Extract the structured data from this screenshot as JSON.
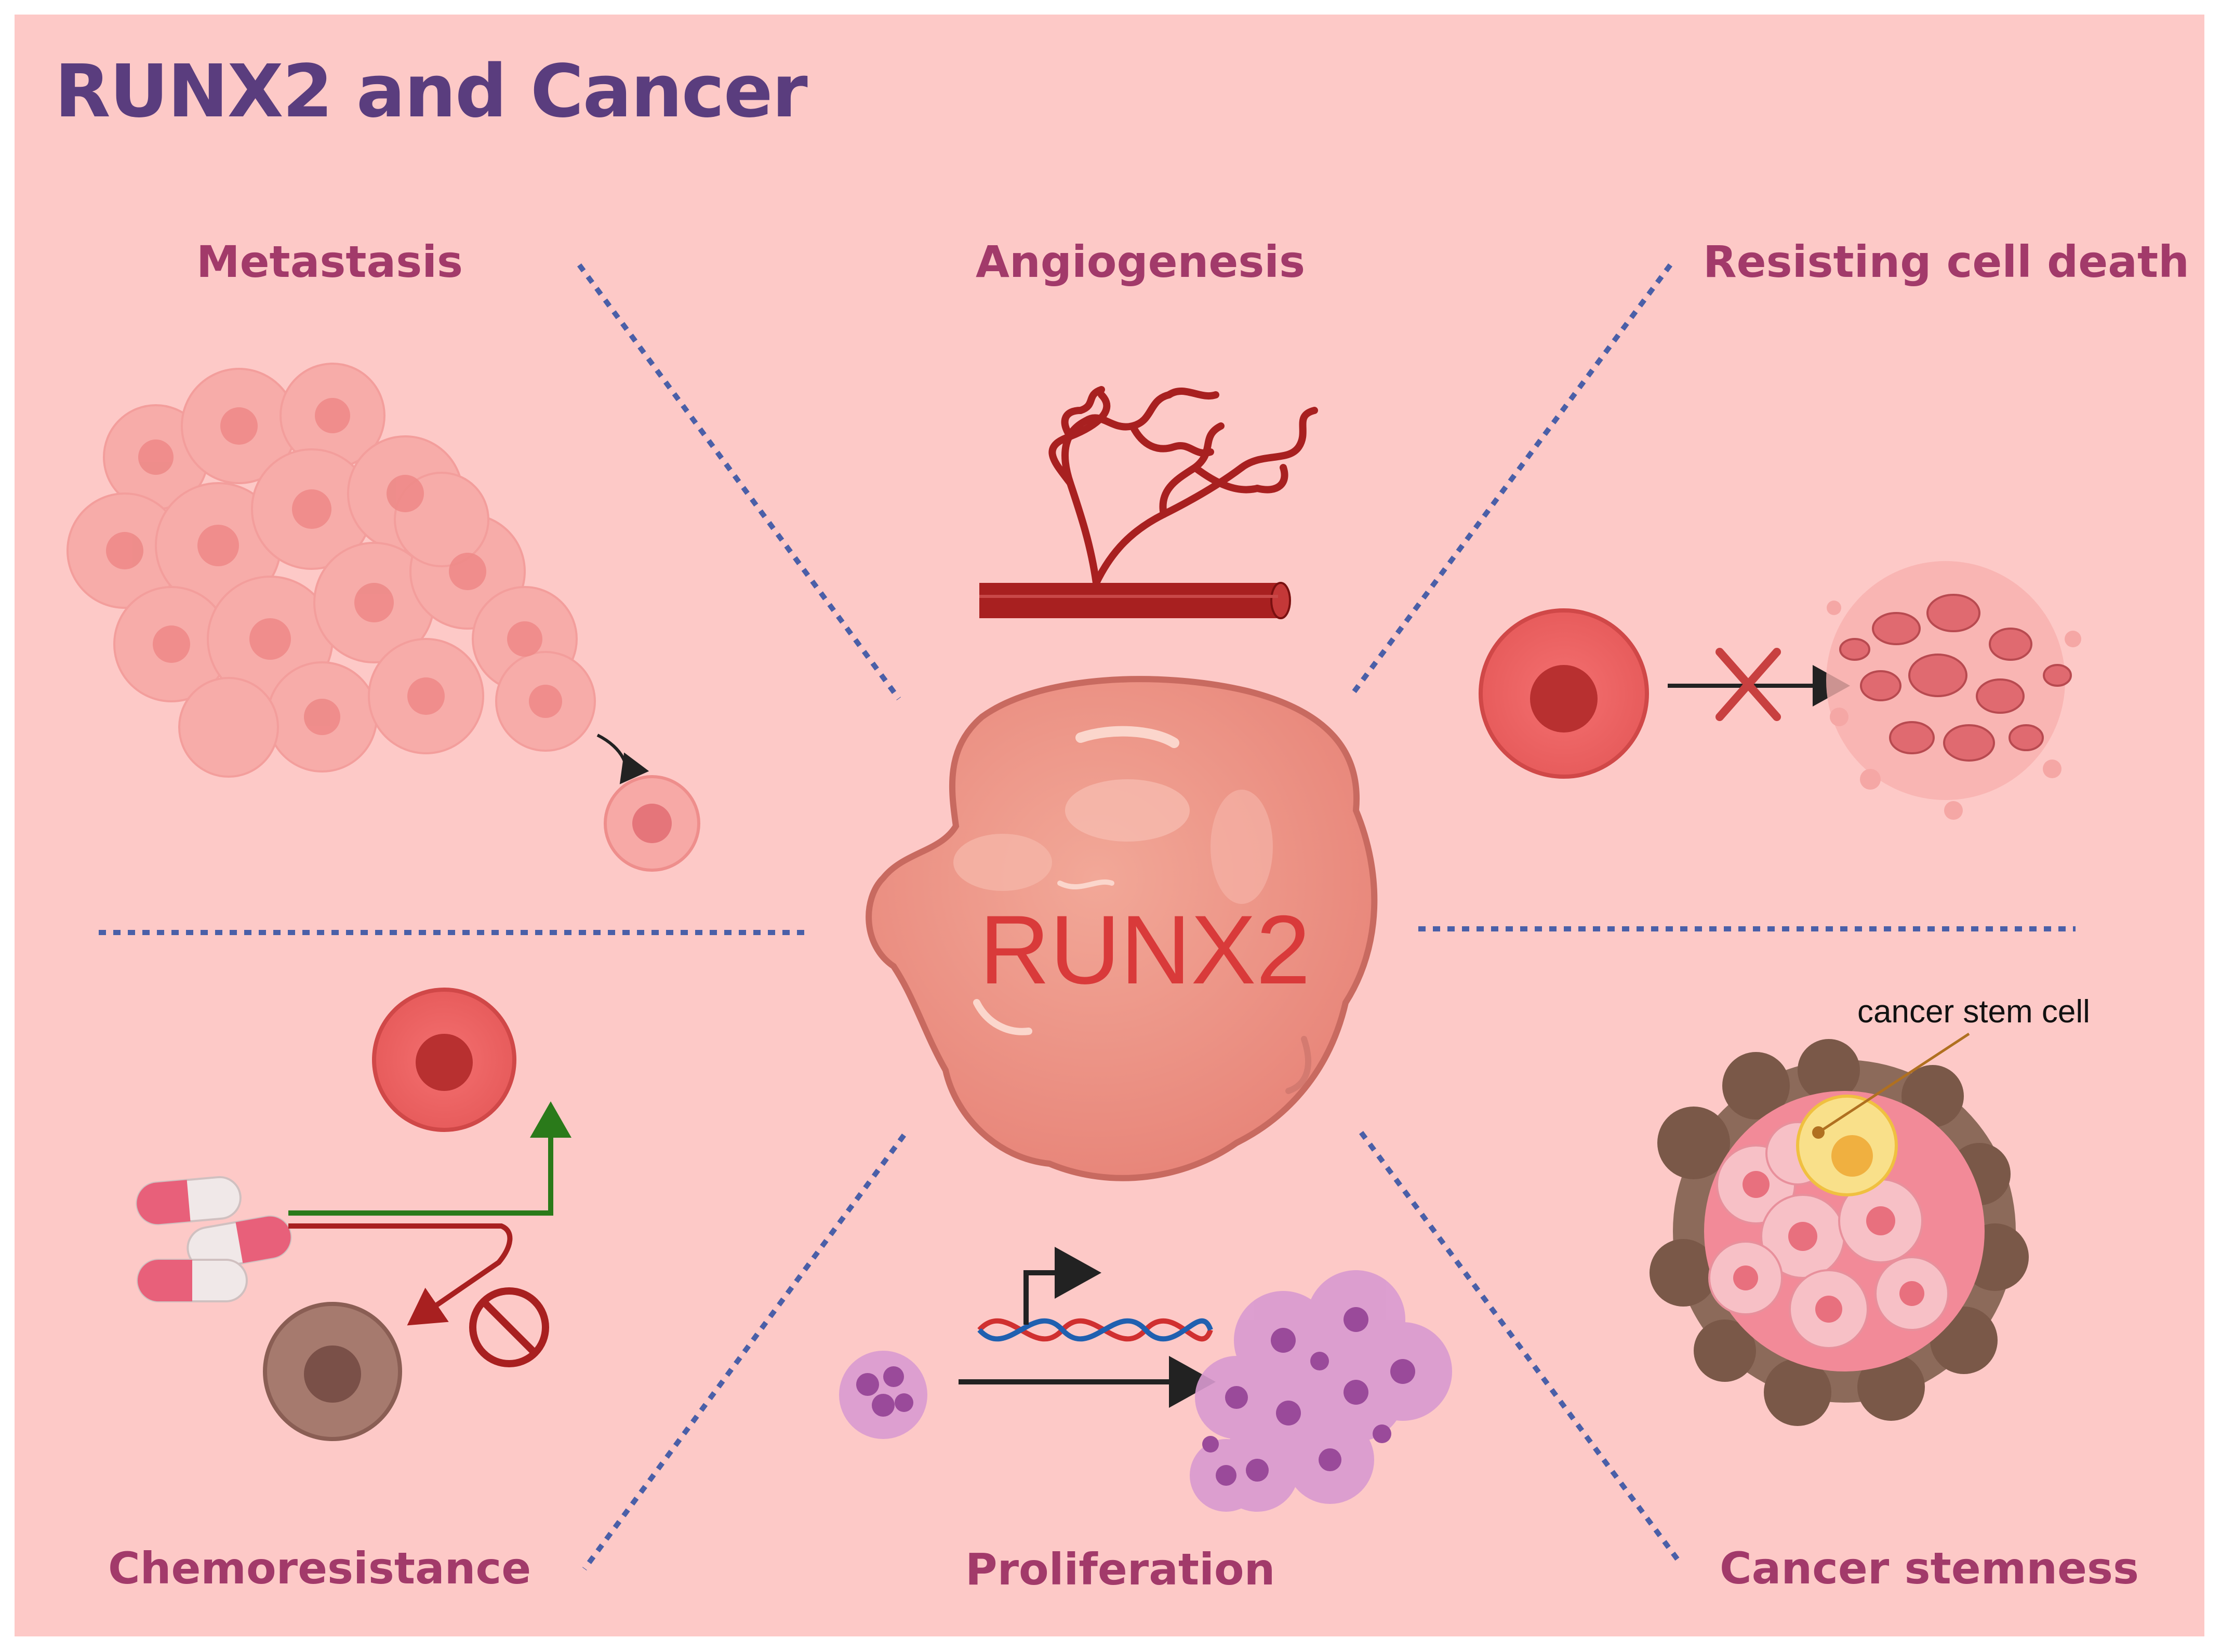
{
  "title": "RUNX2 and Cancer",
  "center": "RUNX2",
  "hallmarks": {
    "metastasis": "Metastasis",
    "angiogenesis": "Angiogenesis",
    "resisting_cell_death": "Resisting cell death",
    "chemoresistance": "Chemoresistance",
    "proliferation": "Proliferation",
    "cancer_stemness": "Cancer stemness"
  },
  "annotation": "cancer stem cell",
  "colors": {
    "background": "#fdc9c7",
    "title": "#5a3d7e",
    "label": "#a23a6a",
    "center_text": "#d93a3a",
    "divider": "#4a5fa8"
  }
}
